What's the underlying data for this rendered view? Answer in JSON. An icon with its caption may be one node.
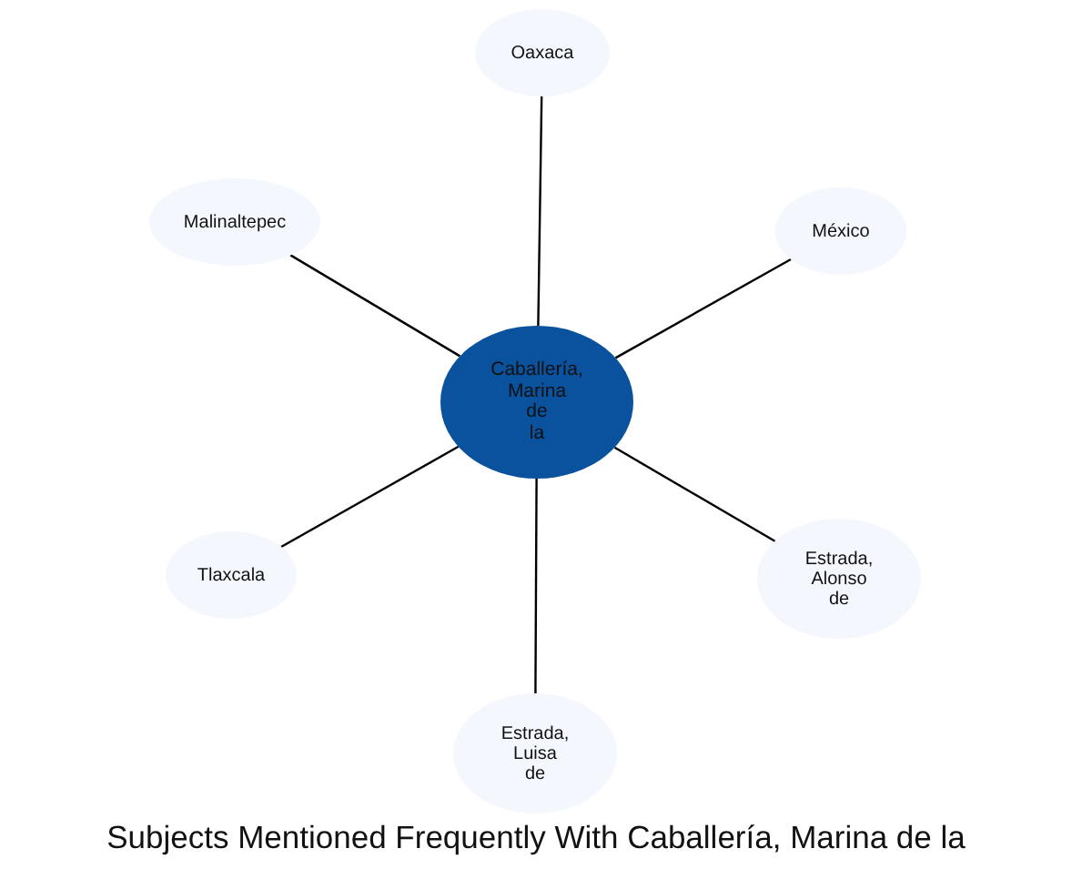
{
  "diagram": {
    "title": "Subjects Mentioned Frequently With Caballería, Marina de la",
    "nodes": [
      {
        "text": [
          "Oaxaca"
        ]
      },
      {
        "text": [
          "Malinaltepec"
        ]
      },
      {
        "text": [
          "México"
        ]
      },
      {
        "text": [
          "Caballería, Marina de la"
        ]
      },
      {
        "text": [
          "Tlaxcala"
        ]
      },
      {
        "text": [
          "Estrada, Alonso de"
        ]
      },
      {
        "text": [
          "Estrada, Luisa de"
        ]
      }
    ],
    "edges": [
      {
        "from": 3,
        "to": 0,
        "arrow": "none"
      },
      {
        "from": 3,
        "to": 1,
        "arrow": "none"
      },
      {
        "from": 3,
        "to": 2,
        "arrow": "none"
      },
      {
        "from": 3,
        "to": 4,
        "arrow": "none"
      },
      {
        "from": 3,
        "to": 5,
        "arrow": "none"
      },
      {
        "from": 3,
        "to": 6,
        "arrow": "none"
      }
    ]
  }
}
